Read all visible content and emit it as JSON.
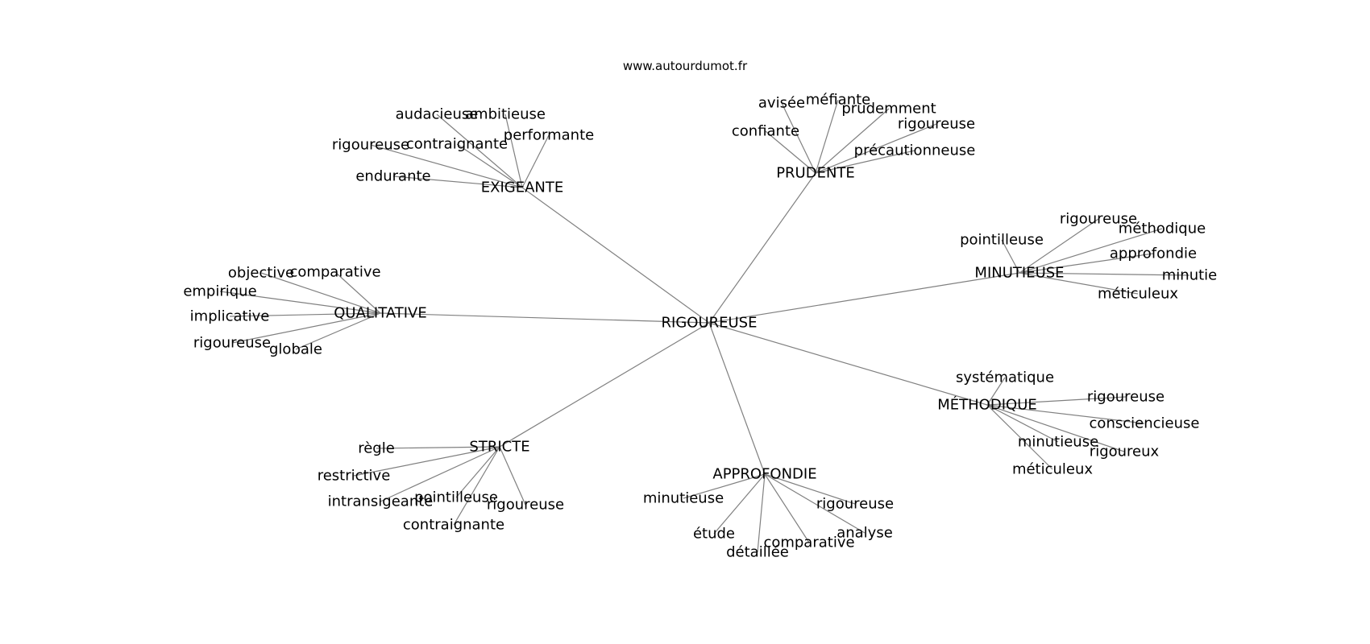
{
  "header": {
    "site": "www.autourdumot.fr"
  },
  "graph": {
    "center": "RIGOUREUSE",
    "groups": [
      {
        "hub": "EXIGEANTE",
        "words": [
          "audacieuse",
          "ambitieuse",
          "performante",
          "rigoureuse",
          "contraignante",
          "endurante"
        ]
      },
      {
        "hub": "PRUDENTE",
        "words": [
          "avisée",
          "méfiante",
          "prudemment",
          "rigoureuse",
          "confiante",
          "précautionneuse"
        ]
      },
      {
        "hub": "MINUTIEUSE",
        "words": [
          "rigoureuse",
          "méthodique",
          "pointilleuse",
          "approfondie",
          "minutie",
          "méticuleux"
        ]
      },
      {
        "hub": "QUALITATIVE",
        "words": [
          "objective",
          "comparative",
          "empirique",
          "implicative",
          "rigoureuse",
          "globale"
        ]
      },
      {
        "hub": "MÉTHODIQUE",
        "words": [
          "systématique",
          "rigoureuse",
          "consciencieuse",
          "minutieuse",
          "rigoureux",
          "méticuleux"
        ]
      },
      {
        "hub": "STRICTE",
        "words": [
          "règle",
          "restrictive",
          "intransigeante",
          "pointilleuse",
          "rigoureuse",
          "contraignante"
        ]
      },
      {
        "hub": "APPROFONDIE",
        "words": [
          "minutieuse",
          "rigoureuse",
          "étude",
          "analyse",
          "comparative",
          "détaillée"
        ]
      }
    ]
  }
}
